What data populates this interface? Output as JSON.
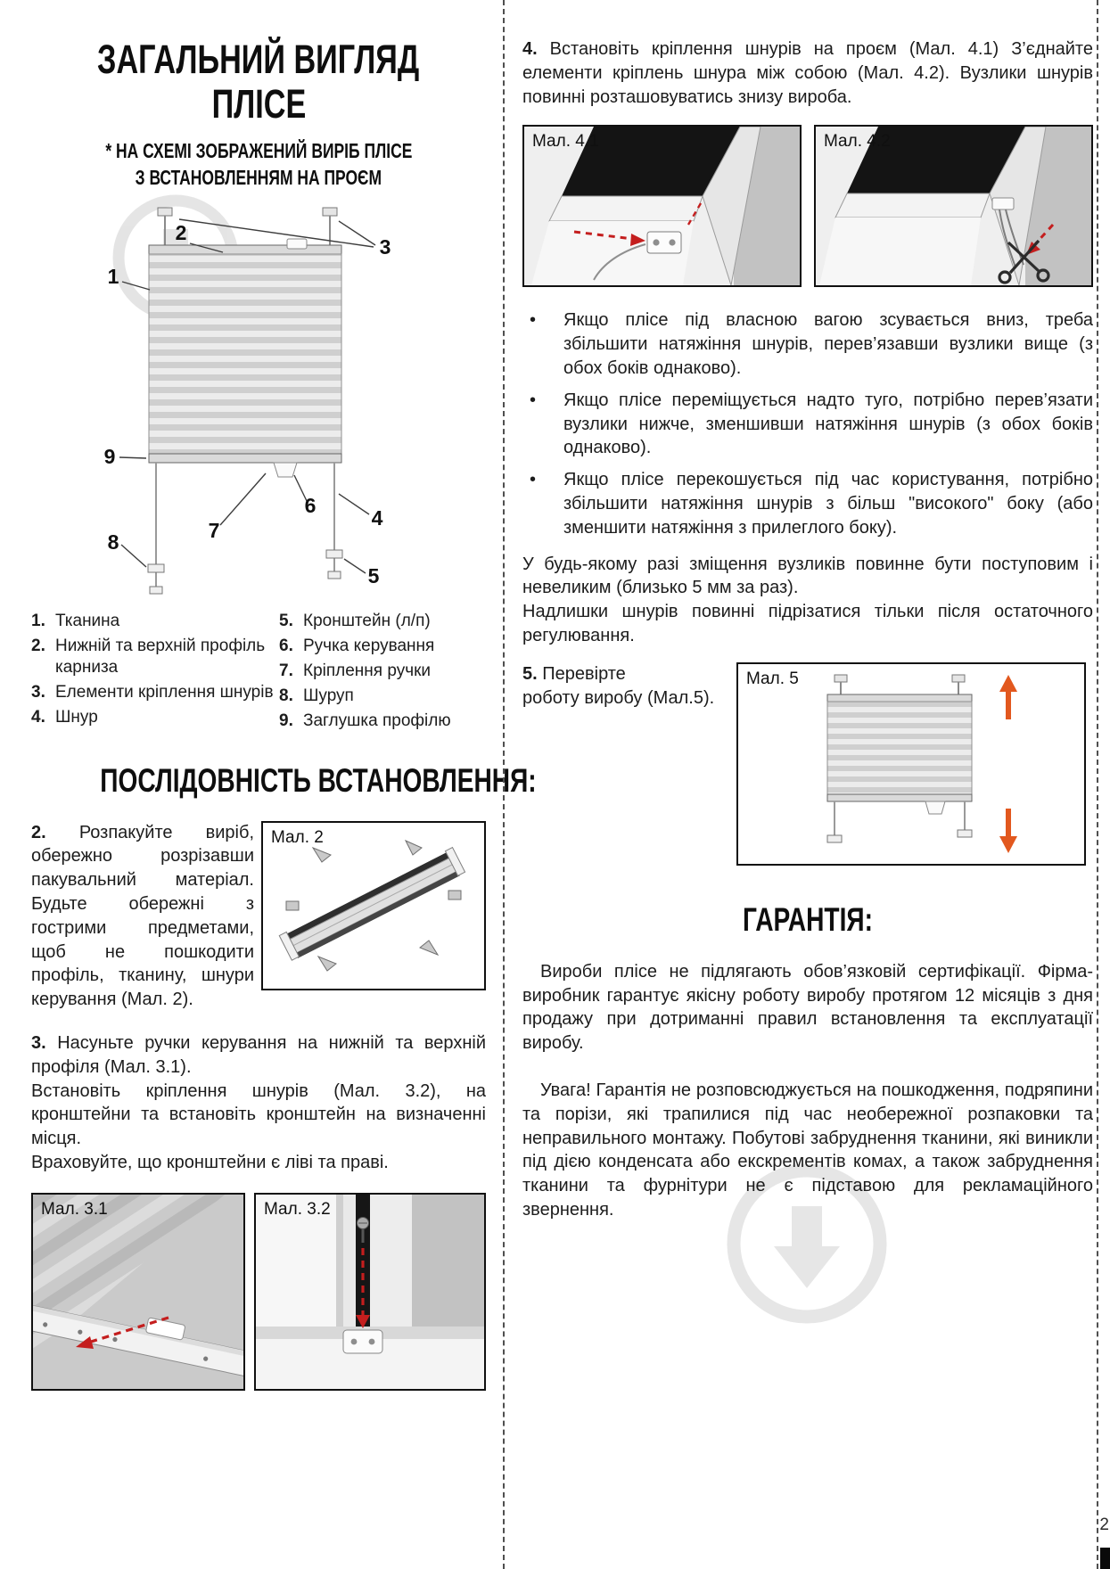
{
  "page": {
    "number": "2"
  },
  "glyphs": {
    "bullet": "•"
  },
  "colors": {
    "arrow_red": "#c41e1e",
    "arrow_orange": "#e2581e"
  },
  "left": {
    "title_l1": "ЗАГАЛЬНИЙ ВИГЛЯД",
    "title_l2": "ПЛІСЕ",
    "subtitle_l1": "* НА СХЕМІ ЗОБРАЖЕНИЙ ВИРІБ ПЛІСЕ",
    "subtitle_l2": "З ВСТАНОВЛЕННЯМ НА ПРОЄМ",
    "diagram_callouts": [
      "1",
      "2",
      "3",
      "4",
      "5",
      "6",
      "7",
      "8",
      "9"
    ],
    "legend_left": [
      {
        "num": "1.",
        "text": "Тканина"
      },
      {
        "num": "2.",
        "text": "Нижній та верхній профіль карниза"
      },
      {
        "num": "3.",
        "text": "Елементи кріплення шнурів"
      },
      {
        "num": "4.",
        "text": "Шнур"
      }
    ],
    "legend_right": [
      {
        "num": "5.",
        "text": "Кронштейн (л/п)"
      },
      {
        "num": "6.",
        "text": "Ручка керування"
      },
      {
        "num": "7.",
        "text": "Кріплення ручки"
      },
      {
        "num": "8.",
        "text": "Шуруп"
      },
      {
        "num": "9.",
        "text": "Заглушка профілю"
      }
    ],
    "sequence_heading": "ПОСЛІДОВНІСТЬ ВСТАНОВЛЕННЯ:",
    "step2": {
      "num": "2.",
      "text": "Розпакуйте виріб, обережно розрізавши пакувальний матеріал. Будьте обережні з гострими предметами, щоб не пошкодити профіль, тканину, шнури керування (Мал. 2)."
    },
    "fig2_label": "Мал. 2",
    "step3": {
      "num": "3.",
      "text1": "Насуньте ручки керування на нижній та верхній профіля (Мал. 3.1).",
      "text2": "Встановіть кріплення шнурів (Мал. 3.2), на кронштейни та встановіть кронштейн на визначенні місця.",
      "text3": "Враховуйте, що кронштейни є ліві та праві."
    },
    "fig31_label": "Мал. 3.1",
    "fig32_label": "Мал. 3.2"
  },
  "right": {
    "step4": {
      "num": "4.",
      "text": "Встановіть кріплення шнурів на проєм (Мал. 4.1) З’єднайте елементи кріплень шнура між собою (Мал. 4.2). Вузлики шнурів повинні розташовуватись знизу вироба."
    },
    "fig41_label": "Мал. 4.1",
    "fig42_label": "Мал. 4.2",
    "bullets": [
      {
        "text": "Якщо плісе під власною вагою зсувається вниз, треба збільшити натяжіння шнурів, перев’язавши вузлики вище (з обох боків однаково)."
      },
      {
        "text": "Якщо плісе переміщується надто туго, потрібно перев’язати вузлики нижче, зменшивши натяжіння шнурів (з обох боків однаково)."
      },
      {
        "text": "Якщо плісе перекошується під час користування, потрібно збільшити натяжіння шнурів з більш \"високого\" боку (або зменшити натяжіння з прилеглого боку)."
      }
    ],
    "note1": "У будь-якому разі зміщення вузликів повинне бути поступовим і невеликим (близько 5 мм за раз).",
    "note2": "Надлишки шнурів повинні підрізатися тільки після остаточного регулювання.",
    "step5": {
      "num": "5.",
      "text_l1": "Перевірте",
      "text_l2": "роботу виробу (Мал.5)."
    },
    "fig5_label": "Мал. 5",
    "warranty_heading": "ГАРАНТІЯ:",
    "warranty_p1": "Вироби плісе не підлягають обов’язковій сертифікації. Фірма-виробник гарантує якісну роботу виробу протягом 12 місяців з дня продажу при дотриманні правил встановлення та експлуатації виробу.",
    "warranty_p2": "Увага! Гарантія не розповсюджується на пошкодження, подряпини та порізи, які трапилися під час необережної розпаковки та неправильного монтажу. Побутові забруднення тканини, які виникли під дією конденсата або екскрементів комах, а також забруднення тканини та фурнітури не є підставою для рекламаційного звернення."
  }
}
